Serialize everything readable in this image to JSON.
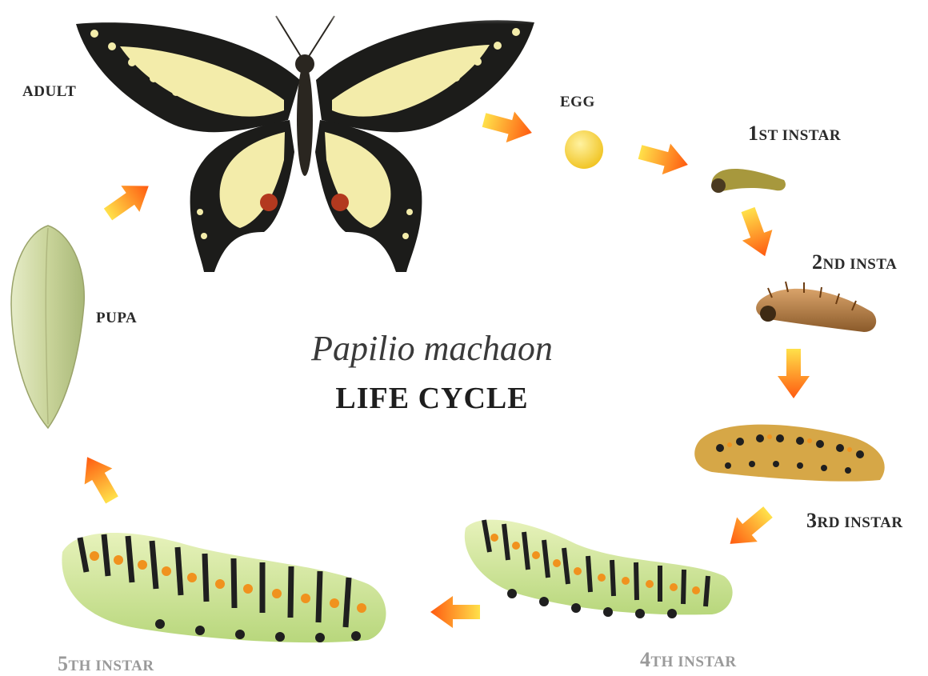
{
  "title": {
    "species": "Papilio machaon",
    "subtitle": "LIFE CYCLE"
  },
  "stages": {
    "adult": "ADULT",
    "egg": "EGG",
    "pupa": "PUPA",
    "instar1": {
      "num": "1",
      "rest": "ST INSTAR"
    },
    "instar2": {
      "num": "2",
      "rest": "ND INSTA"
    },
    "instar3": {
      "num": "3",
      "rest": "RD INSTAR"
    },
    "instar4": {
      "num": "4",
      "rest": "TH INSTAR"
    },
    "instar5": {
      "num": "5",
      "rest": "TH INSTAR"
    }
  },
  "colors": {
    "arrow_start": "#ffe14a",
    "arrow_end": "#ff5a10",
    "egg": "#f5cf2a",
    "wing_dark": "#1c1c1a",
    "wing_light": "#f3ecaa",
    "caterpillar_green": "#cfe79a",
    "caterpillar_orange": "#f0921e",
    "pupa": "#cfd9a0"
  }
}
